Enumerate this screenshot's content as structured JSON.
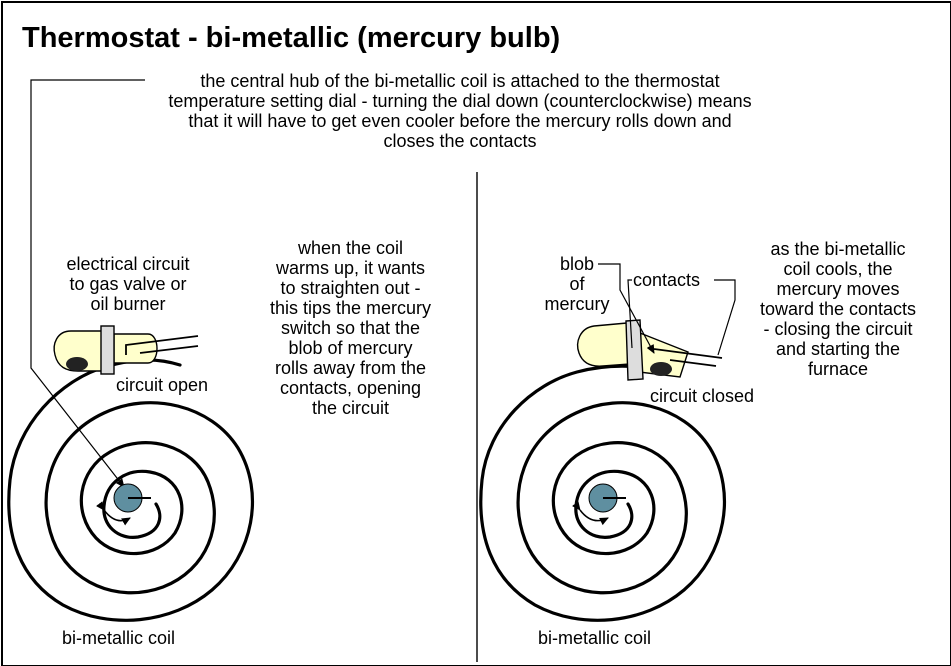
{
  "title": "Thermostat - bi-metallic (mercury bulb)",
  "intro_lines": [
    "the central hub of the bi-metallic coil is attached to the thermostat",
    "temperature setting dial - turning the dial down (counterclockwise) means",
    "that it will have to get even cooler before the mercury rolls down and",
    "closes the contacts"
  ],
  "left_panel": {
    "circuit_label_lines": [
      "electrical circuit",
      "to gas valve or",
      "oil burner"
    ],
    "state_label": "circuit open",
    "explanation_lines": [
      "when the coil",
      "warms up, it wants",
      "to straighten out -",
      "this tips the mercury",
      "switch so that the",
      "blob of mercury",
      "rolls away from the",
      "contacts, opening",
      "the circuit"
    ],
    "coil_label": "bi-metallic coil"
  },
  "right_panel": {
    "blob_label_lines": [
      "blob",
      "of",
      "mercury"
    ],
    "contacts_label": "contacts",
    "state_label": "circuit closed",
    "explanation_lines": [
      "as the bi-metallic",
      "coil cools, the",
      "mercury moves",
      "toward the contacts",
      "- closing the circuit",
      "and starting the",
      "furnace"
    ],
    "coil_label": "bi-metallic coil"
  },
  "colors": {
    "bulb_fill": "#ffffcc",
    "hub_fill": "#5f8fa0",
    "band_fill": "#dddddd",
    "mercury_fill": "#222222",
    "line": "#000000"
  }
}
